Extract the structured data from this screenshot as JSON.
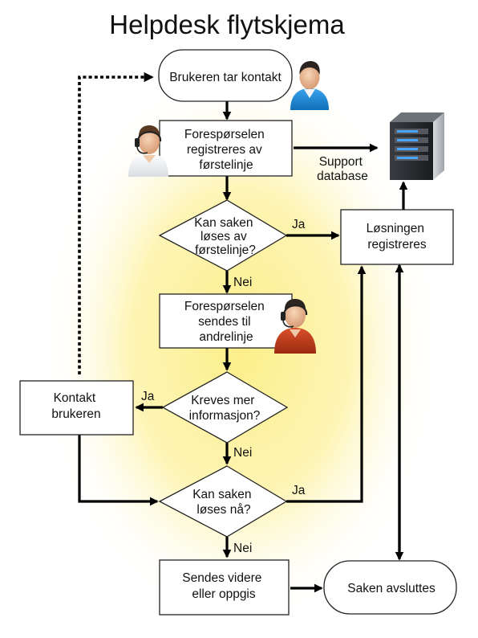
{
  "title": "Helpdesk flytskjema",
  "nodes": {
    "start": {
      "lines": [
        "Brukeren tar kontakt"
      ]
    },
    "register_first": {
      "lines": [
        "Forespørselen",
        "registreres av",
        "førstelinje"
      ]
    },
    "decision_first": {
      "lines": [
        "Kan saken",
        "løses av",
        "førstelinje?"
      ]
    },
    "solution_registered": {
      "lines": [
        "Løsningen",
        "registreres"
      ]
    },
    "send_second": {
      "lines": [
        "Forespørselen",
        "sendes til",
        "andrelinje"
      ]
    },
    "decision_info": {
      "lines": [
        "Kreves mer",
        "informasjon?"
      ]
    },
    "contact_user": {
      "lines": [
        "Kontakt",
        "brukeren"
      ]
    },
    "decision_now": {
      "lines": [
        "Kan saken",
        "løses nå?"
      ]
    },
    "forward": {
      "lines": [
        "Sendes videre",
        "eller oppgis"
      ]
    },
    "closed": {
      "lines": [
        "Saken avsluttes"
      ]
    },
    "support_db": {
      "lines": [
        "Support",
        "database"
      ],
      "icon": "server-icon"
    }
  },
  "edge_labels": {
    "first_yes": "Ja",
    "first_no": "Nei",
    "info_yes": "Ja",
    "info_no": "Nei",
    "now_yes": "Ja",
    "now_no": "Nei"
  },
  "icons": {
    "user": "user-icon",
    "first_line_agent": "headset-agent-icon",
    "second_line_agent": "headset-agent-icon",
    "database": "server-icon"
  },
  "colors": {
    "glow": "#fbef8e",
    "line": "#000000",
    "user_shirt": "#1c86d2",
    "agent2_shirt": "#c23a1a"
  }
}
